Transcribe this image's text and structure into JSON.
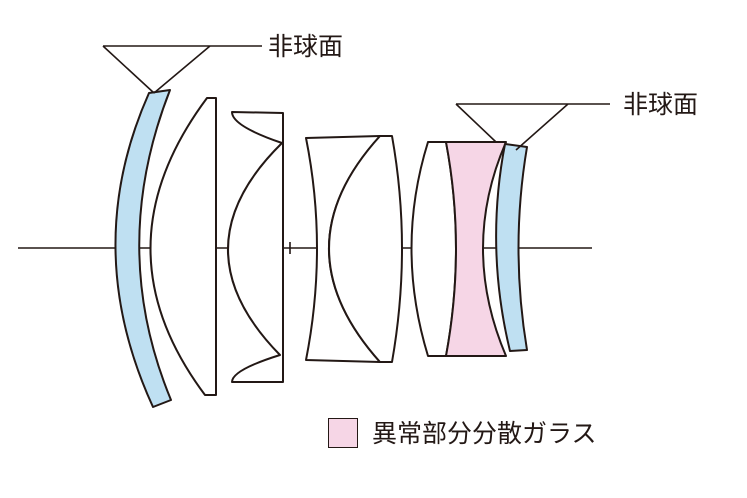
{
  "labels": {
    "aspherical_left": "非球面",
    "aspherical_right": "非球面"
  },
  "legend": {
    "text": "異常部分分散ガラス"
  },
  "colors": {
    "aspherical_fill": "#bfe0f2",
    "anomalous_dispersion_fill": "#f6d6e6",
    "outline": "#231815"
  }
}
